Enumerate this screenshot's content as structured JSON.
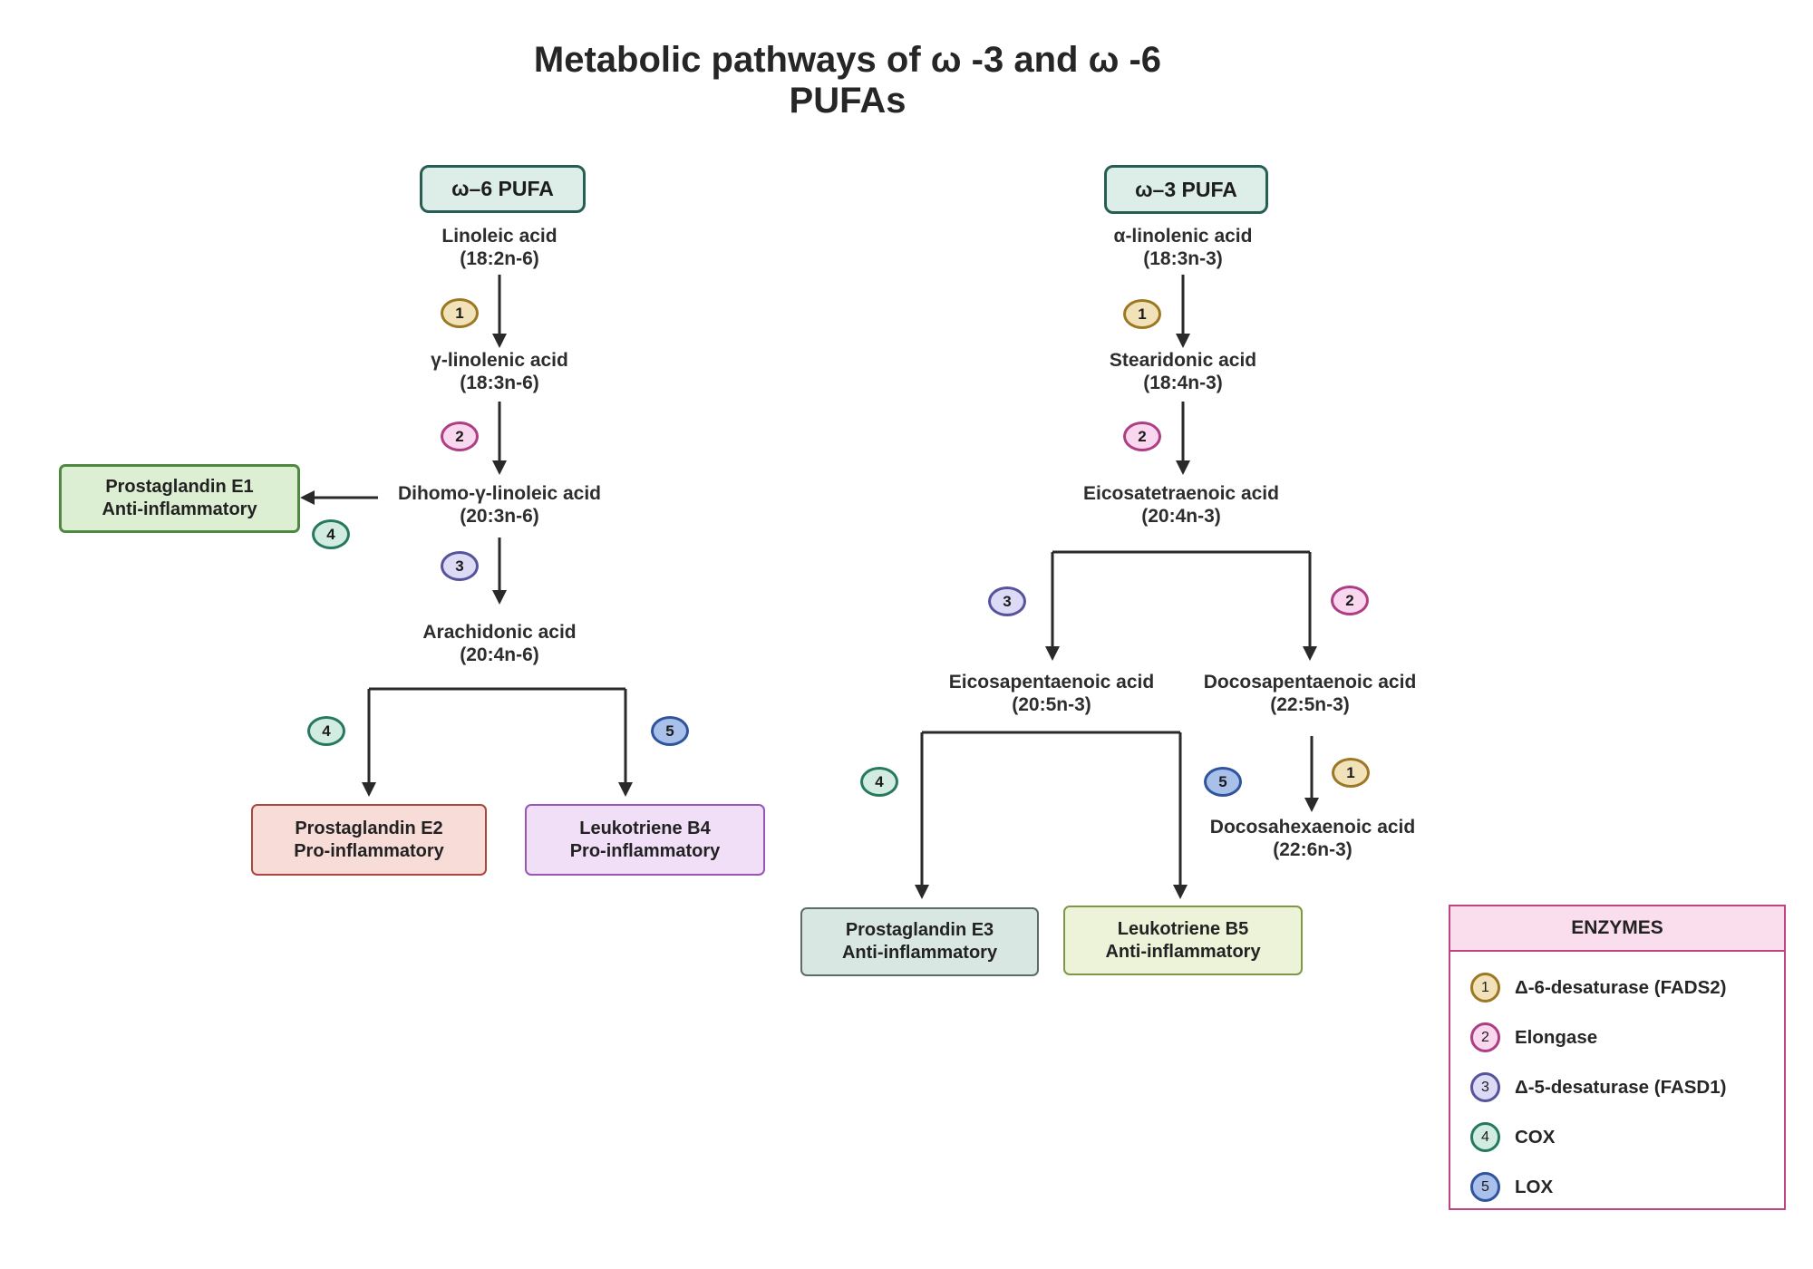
{
  "title": "Metabolic pathways of ω -3 and ω -6 PUFAs",
  "omega6": {
    "header": "ω–6 PUFA",
    "nodes": {
      "linoleic": {
        "name": "Linoleic acid",
        "formula": "(18:2n-6)"
      },
      "gamma_linolenic": {
        "name": "γ-linolenic acid",
        "formula": "(18:3n-6)"
      },
      "dihomo_gamma_linoleic": {
        "name": "Dihomo-γ-linoleic acid",
        "formula": "(20:3n-6)"
      },
      "arachidonic": {
        "name": "Arachidonic acid",
        "formula": "(20:4n-6)"
      }
    },
    "products": {
      "prostaglandin_e1": {
        "name": "Prostaglandin E1",
        "effect": "Anti-inflammatory"
      },
      "prostaglandin_e2": {
        "name": "Prostaglandin E2",
        "effect": "Pro-inflammatory"
      },
      "leukotriene_b4": {
        "name": "Leukotriene B4",
        "effect": "Pro-inflammatory"
      }
    }
  },
  "omega3": {
    "header": "ω–3 PUFA",
    "nodes": {
      "alpha_linolenic": {
        "name": "α-linolenic acid",
        "formula": "(18:3n-3)"
      },
      "stearidonic": {
        "name": "Stearidonic acid",
        "formula": "(18:4n-3)"
      },
      "eicosatetraenoic": {
        "name": "Eicosatetraenoic acid",
        "formula": "(20:4n-3)"
      },
      "eicosapentaenoic": {
        "name": "Eicosapentaenoic acid",
        "formula": "(20:5n-3)"
      },
      "docosapentaenoic": {
        "name": "Docosapentaenoic acid",
        "formula": "(22:5n-3)"
      },
      "docosahexaenoic": {
        "name": "Docosahexaenoic acid",
        "formula": "(22:6n-3)"
      }
    },
    "products": {
      "prostaglandin_e3": {
        "name": "Prostaglandin E3",
        "effect": "Anti-inflammatory"
      },
      "leukotriene_b5": {
        "name": "Leukotriene B5",
        "effect": "Anti-inflammatory"
      }
    }
  },
  "badges": {
    "1": "1",
    "2": "2",
    "3": "3",
    "4": "4",
    "5": "5"
  },
  "legend": {
    "title": "ENZYMES",
    "items": [
      {
        "num": "1",
        "label": "Δ-6-desaturase (FADS2)"
      },
      {
        "num": "2",
        "label": "Elongase"
      },
      {
        "num": "3",
        "label": "Δ-5-desaturase (FASD1)"
      },
      {
        "num": "4",
        "label": "COX"
      },
      {
        "num": "5",
        "label": "LOX"
      }
    ]
  },
  "colors": {
    "arrow": "#2a2a2a",
    "pufa_header_fill": "#ddeee8",
    "pufa_header_border": "#265e54",
    "enzyme1_fill": "#f1e2ba",
    "enzyme1_border": "#9d7822",
    "enzyme2_fill": "#f9d7ee",
    "enzyme2_border": "#ad3e84",
    "enzyme3_fill": "#dcdaf4",
    "enzyme3_border": "#57529c",
    "enzyme4_fill": "#d2ece2",
    "enzyme4_border": "#26795f",
    "enzyme5_fill": "#a9c0ea",
    "enzyme5_border": "#30549c",
    "pge1_fill": "#ddefd2",
    "pge1_border": "#4e8841",
    "pge2_fill": "#f7dcd8",
    "pge2_border": "#ab473f",
    "ltb4_fill": "#f1def7",
    "ltb4_border": "#9857b5",
    "pge3_fill": "#d9e7e2",
    "pge3_border": "#5a6e66",
    "ltb5_fill": "#edf3d9",
    "ltb5_border": "#7f9746",
    "legend_header_fill": "#fbdeee",
    "legend_border": "#bf4581"
  }
}
